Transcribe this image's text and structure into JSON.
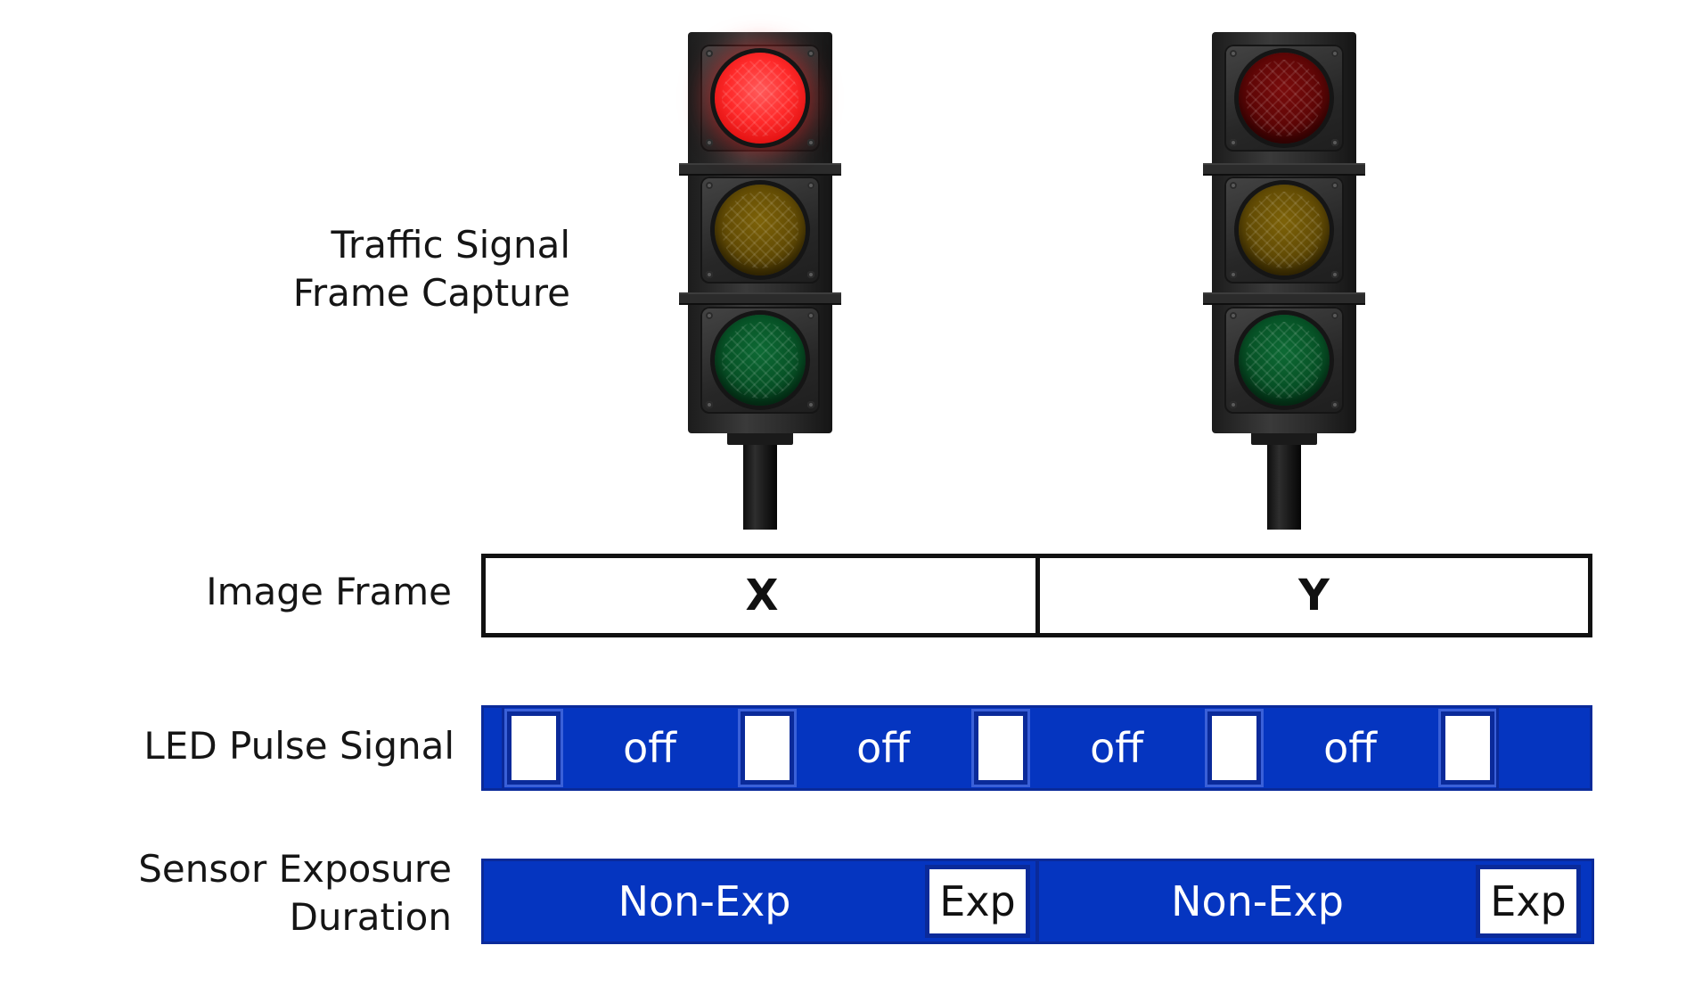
{
  "labels": {
    "traffic_line1": "Traffic Signal",
    "traffic_line2": "Frame Capture",
    "image_frame": "Image Frame",
    "led_pulse": "LED Pulse Signal",
    "sensor_line1": "Sensor Exposure",
    "sensor_line2": "Duration"
  },
  "traffic_lights": [
    {
      "frame": "X",
      "active_lamp": "red"
    },
    {
      "frame": "Y",
      "active_lamp": "none"
    }
  ],
  "image_frames": [
    "X",
    "Y"
  ],
  "led_pulse": {
    "off_label": "off",
    "on_count": 5,
    "off_count": 4,
    "color": "#0535c0"
  },
  "sensor_exposure": [
    {
      "nonexp_label": "Non-Exp",
      "exp_label": "Exp"
    },
    {
      "nonexp_label": "Non-Exp",
      "exp_label": "Exp"
    }
  ],
  "colors": {
    "bar_blue": "#0535c0",
    "red_lamp_on": "#ff2a2a",
    "frame_border": "#111111"
  }
}
